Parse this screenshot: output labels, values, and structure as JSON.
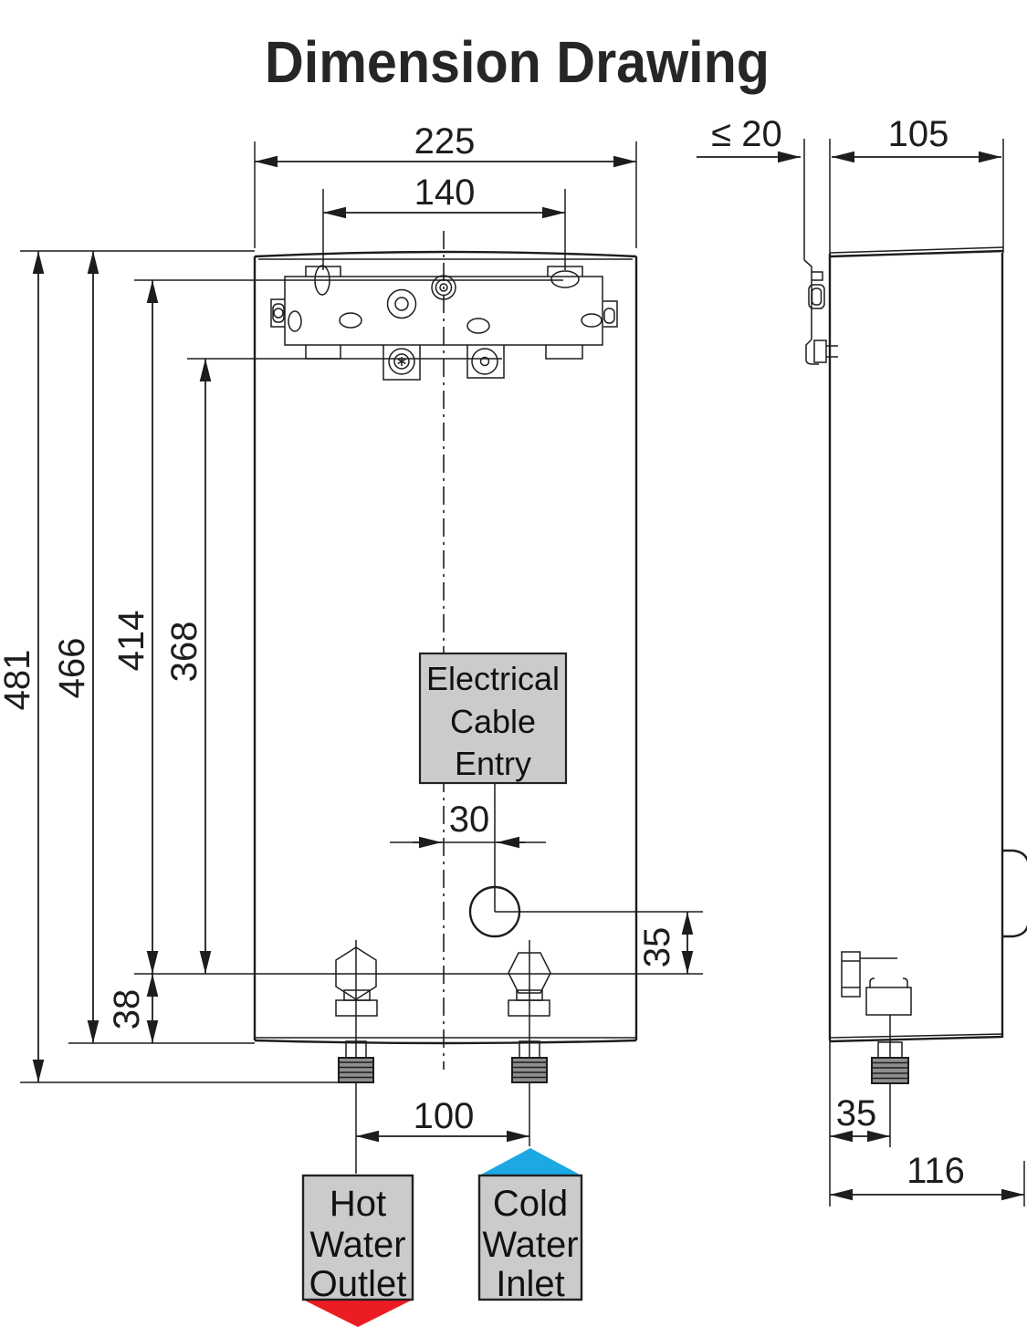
{
  "title": "Dimension Drawing",
  "front_view": {
    "dims": {
      "width": "225",
      "mount_spacing": "140",
      "height_overall": "481",
      "height_body": "466",
      "height_bracket_top_to_pipes": "414",
      "height_bracket_bottom_to_pipes": "368",
      "pipes_to_bottom": "38",
      "center_to_cable": "30",
      "cable_to_pipes": "35",
      "pipe_spacing": "100"
    },
    "electrical_label": [
      "Electrical",
      "Cable",
      "Entry"
    ],
    "hot_label": [
      "Hot",
      "Water",
      "Outlet"
    ],
    "cold_label": [
      "Cold",
      "Water",
      "Inlet"
    ]
  },
  "side_view": {
    "dims": {
      "wall_gap": "≤ 20",
      "depth_body": "105",
      "back_to_pipe": "35",
      "depth_overall": "116"
    }
  },
  "colors": {
    "hot": "#ec1c24",
    "cold": "#1ca8e3",
    "box_fill": "#cbcbcb",
    "thread_fill": "#8e8e8e",
    "ink": "#1d1d1d"
  }
}
